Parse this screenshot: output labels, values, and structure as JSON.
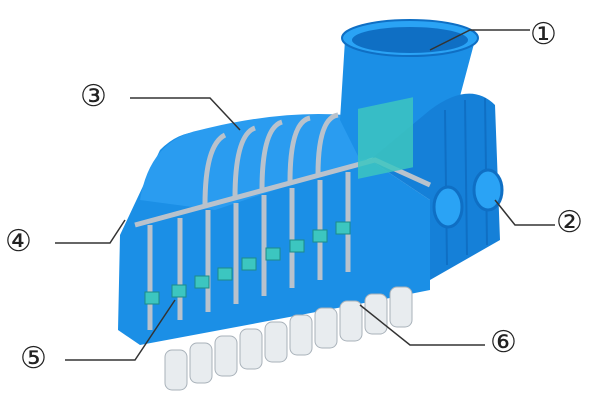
{
  "labels": [
    "①",
    "②",
    "③",
    "④",
    "⑤",
    "⑥"
  ],
  "colors": {
    "body": "#1b8fe6",
    "body_dark": "#0f6fc4",
    "rib": "#b9c2cc",
    "panel": "#3cc6c0",
    "canister": "#e8ecef",
    "leader": "#333333"
  }
}
